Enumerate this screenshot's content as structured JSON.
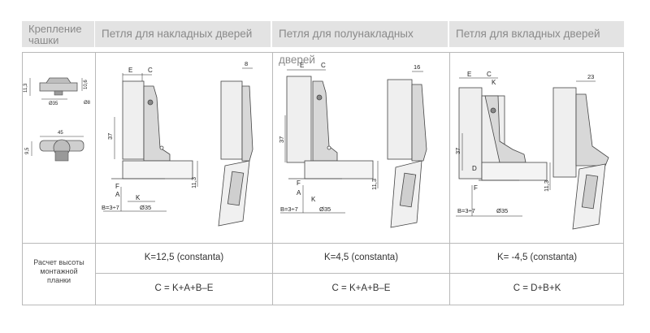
{
  "headers": {
    "cup_mount": [
      "Крепление",
      "чашки"
    ],
    "overlay": "Петля для накладных дверей",
    "half_overlay": "Петля для полунакладных дверей",
    "inset": "Петля для вкладных дверей"
  },
  "side_label": [
    "Расчет высоты",
    "монтажной",
    "планки"
  ],
  "formulas": {
    "overlay_k": "K=12,5 (constanta)",
    "half_overlay_k": "K=4,5 (constanta)",
    "inset_k": "K= -4,5 (constanta)",
    "overlay_c": "C = K+A+B–E",
    "half_overlay_c": "C = K+A+B–E",
    "inset_c": "C = D+B+K"
  },
  "cup_dims": {
    "h1": "11,3",
    "h2": "10,6",
    "d1": "Ø35",
    "d2": "Ø8",
    "w": "45",
    "h3": "9,5"
  },
  "labels": {
    "E": "E",
    "C": "C",
    "K": "K",
    "F": "F",
    "A": "A",
    "D": "D",
    "dim37": "37",
    "dim113": "11,3",
    "b_range": "B=3÷7",
    "d35": "Ø35",
    "gap_overlay": "8",
    "gap_half": "16",
    "gap_inset": "23"
  }
}
